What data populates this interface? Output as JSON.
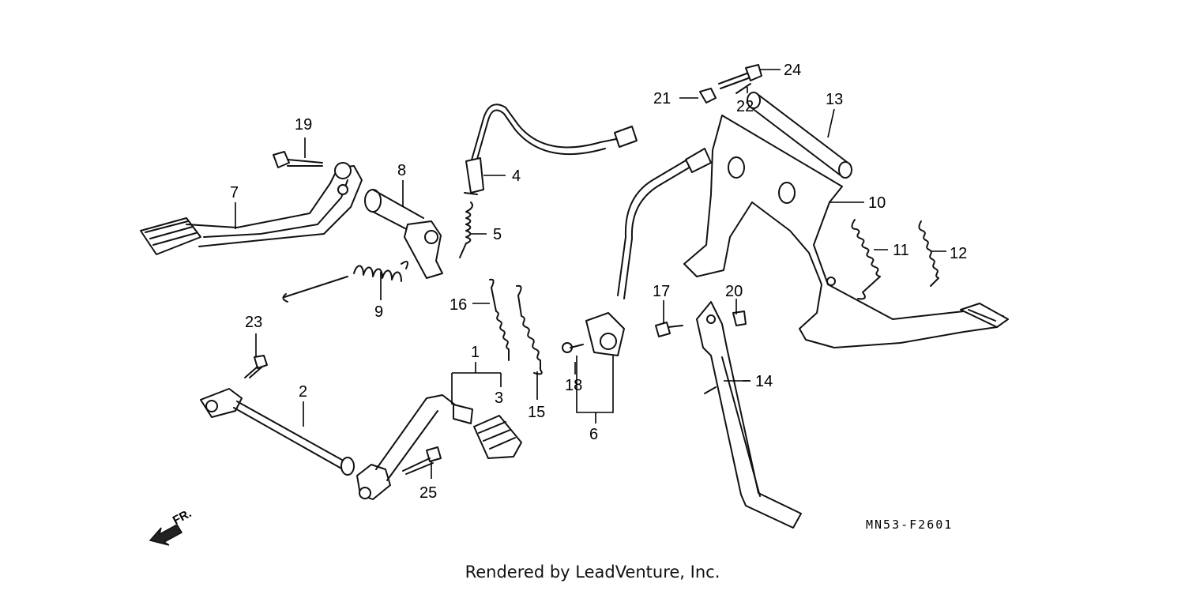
{
  "callouts": [
    "1",
    "2",
    "3",
    "4",
    "5",
    "6",
    "7",
    "8",
    "9",
    "10",
    "11",
    "12",
    "13",
    "14",
    "15",
    "16",
    "17",
    "18",
    "19",
    "20",
    "21",
    "22",
    "23",
    "24",
    "25"
  ],
  "diagram_code": "MN53-F2601",
  "direction_label": "FR.",
  "credit": "Rendered by LeadVenture, Inc.",
  "icons": {
    "direction": "front-arrow-icon"
  }
}
